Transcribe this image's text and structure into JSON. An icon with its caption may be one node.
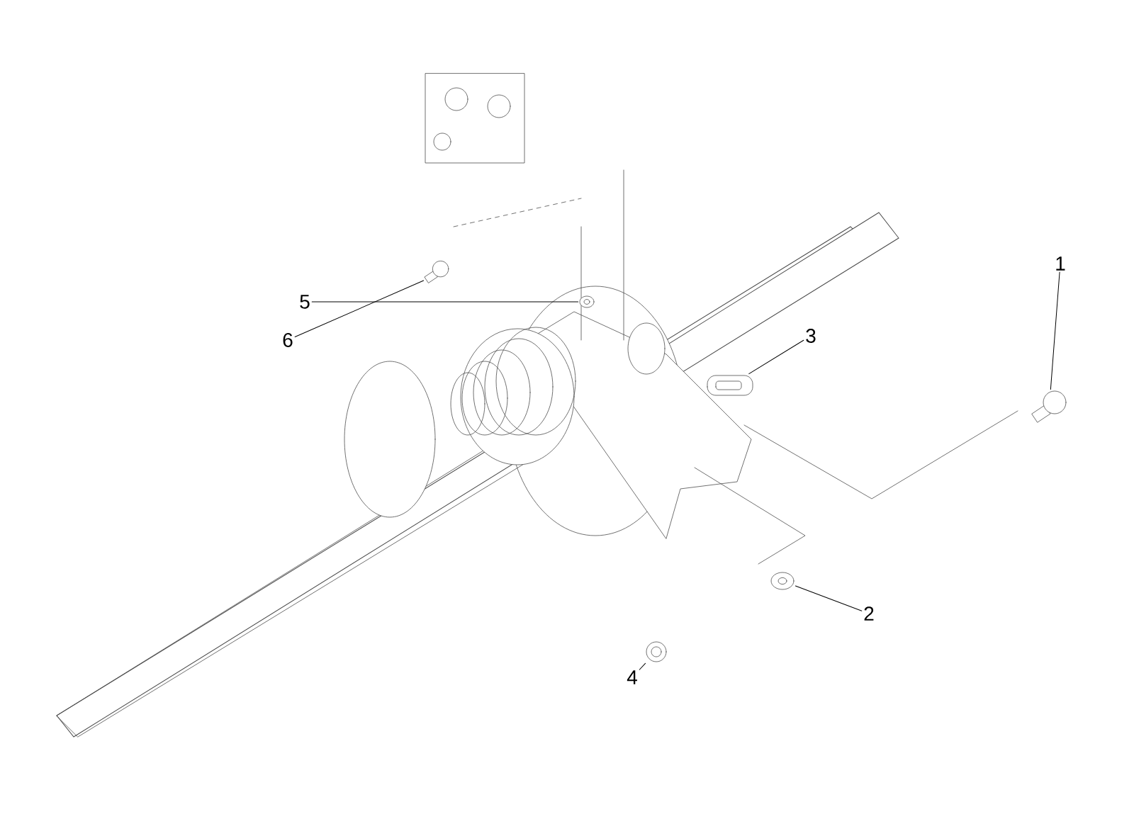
{
  "diagram": {
    "nodes": [
      {
        "text": [
          "1"
        ]
      },
      {
        "text": [],
        "shape": "picture"
      },
      {
        "text": [
          "2"
        ]
      },
      {
        "text": [],
        "shape": "picture"
      },
      {
        "text": [
          "3"
        ]
      },
      {
        "text": [],
        "shape": "picture"
      },
      {
        "text": [
          "4"
        ]
      },
      {
        "text": [],
        "shape": "picture"
      },
      {
        "text": [
          "5"
        ]
      },
      {
        "text": [],
        "shape": "picture"
      },
      {
        "text": [
          "6"
        ]
      },
      {
        "text": [],
        "shape": "picture"
      }
    ],
    "edges": [
      {
        "from": 0,
        "to": 1,
        "arrow": "none"
      },
      {
        "from": 2,
        "to": 3,
        "arrow": "none"
      },
      {
        "from": 4,
        "to": 5,
        "arrow": "none"
      },
      {
        "from": 6,
        "to": 7,
        "arrow": "none"
      },
      {
        "from": 8,
        "to": 9,
        "arrow": "none"
      },
      {
        "from": 10,
        "to": 11,
        "arrow": "none"
      }
    ]
  }
}
